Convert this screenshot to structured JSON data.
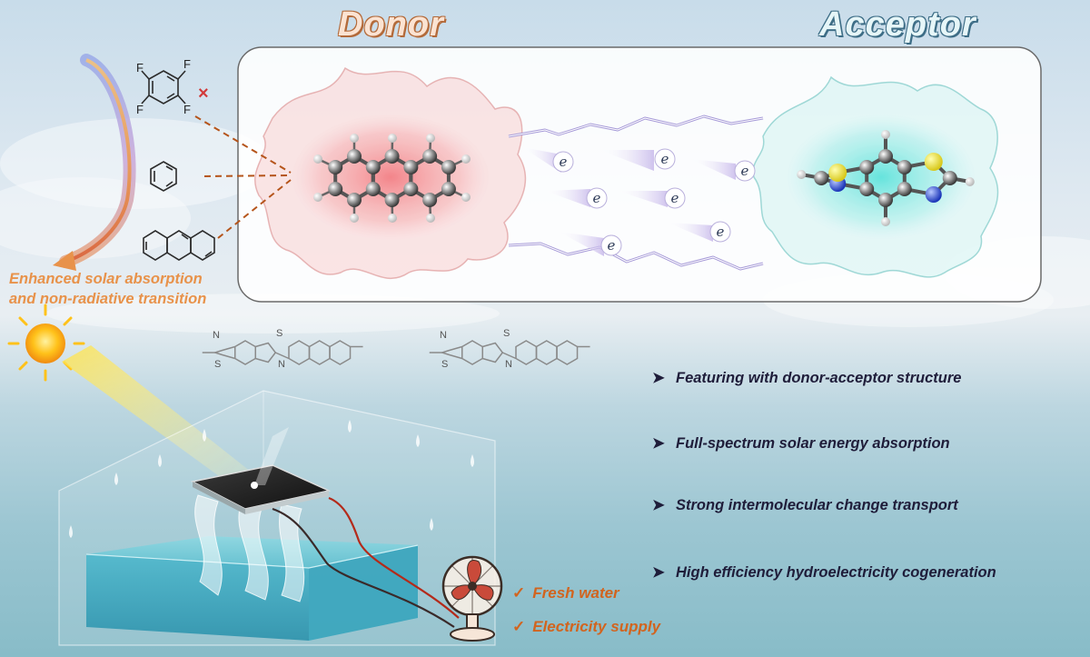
{
  "titles": {
    "donor": "Donor",
    "acceptor": "Acceptor"
  },
  "left_caption": {
    "line1": "Enhanced solar absorption",
    "line2": "and non-radiative transition"
  },
  "molecule_labels": {
    "fluorine": "F",
    "sulfur": "S",
    "nitrogen": "N",
    "rejected_mark": "×"
  },
  "electron_label": "e",
  "features": [
    {
      "bullet": "➤",
      "text": "Featuring with donor-acceptor structure"
    },
    {
      "bullet": "➤",
      "text": "Full-spectrum solar energy absorption"
    },
    {
      "bullet": "➤",
      "text": "Strong intermolecular change transport"
    },
    {
      "bullet": "➤",
      "text": "High efficiency hydroelectricity cogeneration"
    }
  ],
  "outcomes": [
    {
      "check": "✓",
      "text": "Fresh water"
    },
    {
      "check": "✓",
      "text": "Electricity supply"
    }
  ],
  "colors": {
    "donor": "#e8868a",
    "acceptor": "#7fd9d6",
    "caption": "#e8924a",
    "outcome": "#d2641e",
    "feature_text": "#1f1d3a",
    "electron_cloud": "#c7b8ea"
  },
  "icons": [
    "sun-icon",
    "fan-icon",
    "solar-evaporator-icon",
    "water-basin-icon"
  ]
}
